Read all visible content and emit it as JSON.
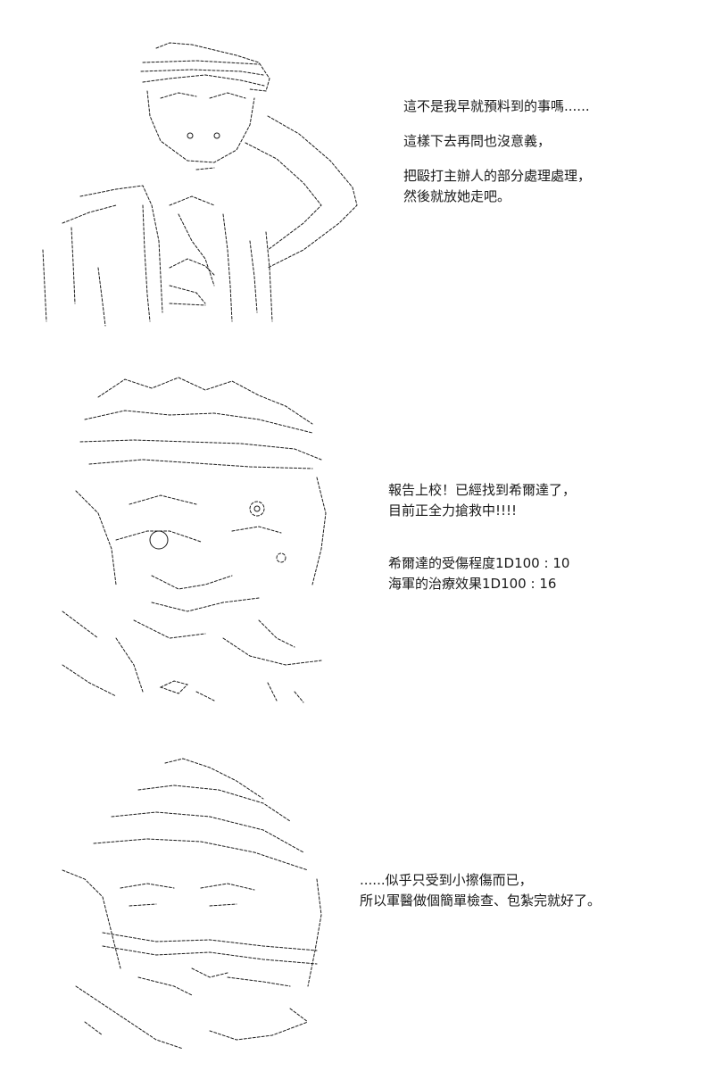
{
  "panels": [
    {
      "art": "ascii-art-figure-saluting",
      "lines": [
        "這不是我早就預料到的事嗎......",
        "這樣下去再問也沒意義，",
        "把毆打主辦人的部分處理處理，",
        "然後就放她走吧。"
      ]
    },
    {
      "art": "ascii-art-figure-with-eyepatch",
      "lines": [
        "報告上校！已經找到希爾達了，",
        "目前正全力搶救中!!!!",
        "希爾達的受傷程度1D100 : 10",
        "海軍的治療效果1D100 : 16"
      ]
    },
    {
      "art": "ascii-art-bandaged-figure",
      "lines": [
        "......似乎只受到小擦傷而已，",
        "所以軍醫做個簡單檢查、包紮完就好了。"
      ]
    }
  ],
  "colors": {
    "ink": "#1a1a1a",
    "background": "#ffffff"
  }
}
